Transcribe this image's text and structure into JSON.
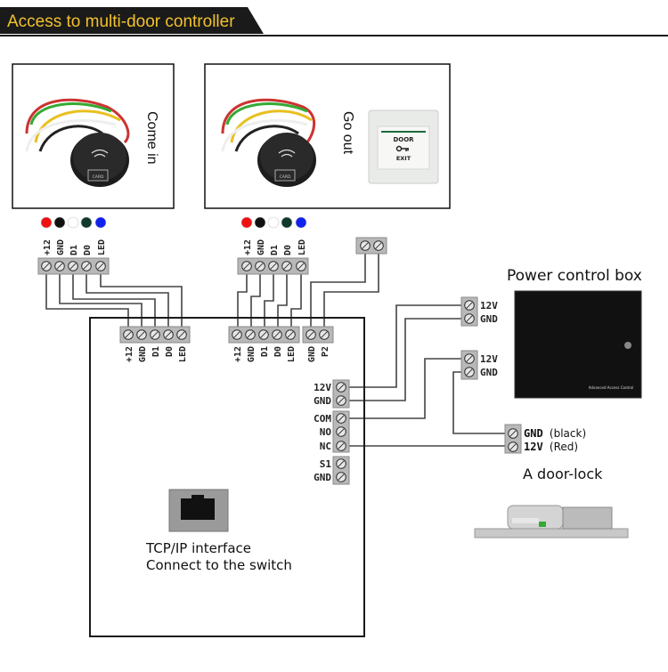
{
  "header": {
    "title": "Access to multi-door controller",
    "title_color": "#f2c12e",
    "bg_color": "#1a1a1a"
  },
  "readers": [
    {
      "caption": "Come in",
      "card_label": "CARD"
    },
    {
      "caption": "Go out",
      "card_label": "CARD"
    }
  ],
  "exit_button": {
    "top_text": "DOOR",
    "bottom_text": "EXIT",
    "icon": "key-icon"
  },
  "wire_colors": [
    "#ee1111",
    "#111111",
    "#ffffff",
    "#0f3a2c",
    "#1122ee"
  ],
  "reader_terminals": [
    "+12",
    "GND",
    "D1",
    "D0",
    "LED"
  ],
  "controller": {
    "reader1_terminals": [
      "+12",
      "GND",
      "D1",
      "D0",
      "LED"
    ],
    "reader2_terminals": [
      "+12",
      "GND",
      "D1",
      "D0",
      "LED"
    ],
    "button_terminals": [
      "GND",
      "P2"
    ],
    "power_terminals": [
      "12V",
      "GND"
    ],
    "relay_terminals": [
      "COM",
      "NO",
      "NC"
    ],
    "sensor_terminals": [
      "S1",
      "GND"
    ],
    "tcp_line1": "TCP/IP interface",
    "tcp_line2": "Connect to the switch"
  },
  "power_box": {
    "title": "Power control box",
    "brand_text": "Advanced Access Control",
    "terminals_a": [
      "12V",
      "GND"
    ],
    "terminals_b": [
      "12V",
      "GND"
    ]
  },
  "door_lock": {
    "title": "A door-lock",
    "terminals": [
      "GND (black)",
      "12V (Red)"
    ]
  }
}
